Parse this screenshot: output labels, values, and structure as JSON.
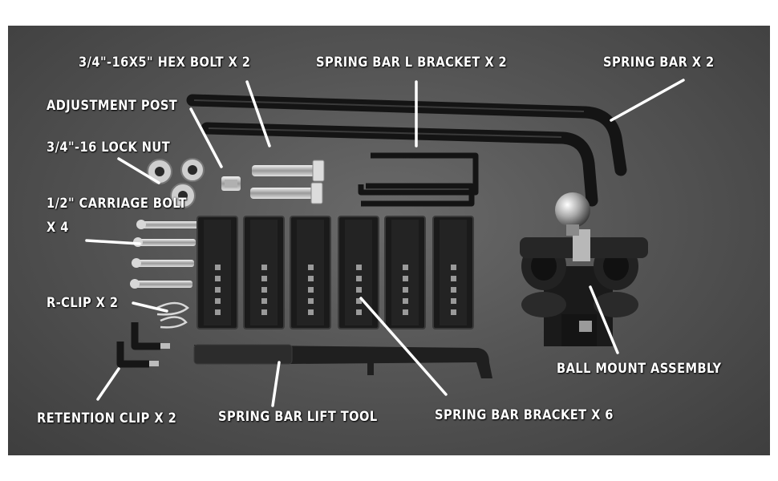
{
  "labels": {
    "hex_bolt": "3/4\"-16X5\" HEX BOLT X 2",
    "l_bracket": "SPRING BAR L BRACKET X 2",
    "spring_bar": "SPRING BAR X 2",
    "adjustment_post": "ADJUSTMENT POST",
    "lock_nut": "3/4\"-16 LOCK NUT",
    "carriage_bolt_line1": "1/2\" CARRIAGE BOLT",
    "carriage_bolt_line2": "X 4",
    "r_clip": "R-CLIP X 2",
    "ball_mount": "BALL MOUNT ASSEMBLY",
    "retention_clip": "RETENTION CLIP X 2",
    "lift_tool": "SPRING BAR LIFT TOOL",
    "spring_bar_bracket": "SPRING BAR BRACKET X 6"
  },
  "colors": {
    "background": "#555555",
    "label_text": "#ffffff",
    "parts": "#1c1c1c"
  }
}
